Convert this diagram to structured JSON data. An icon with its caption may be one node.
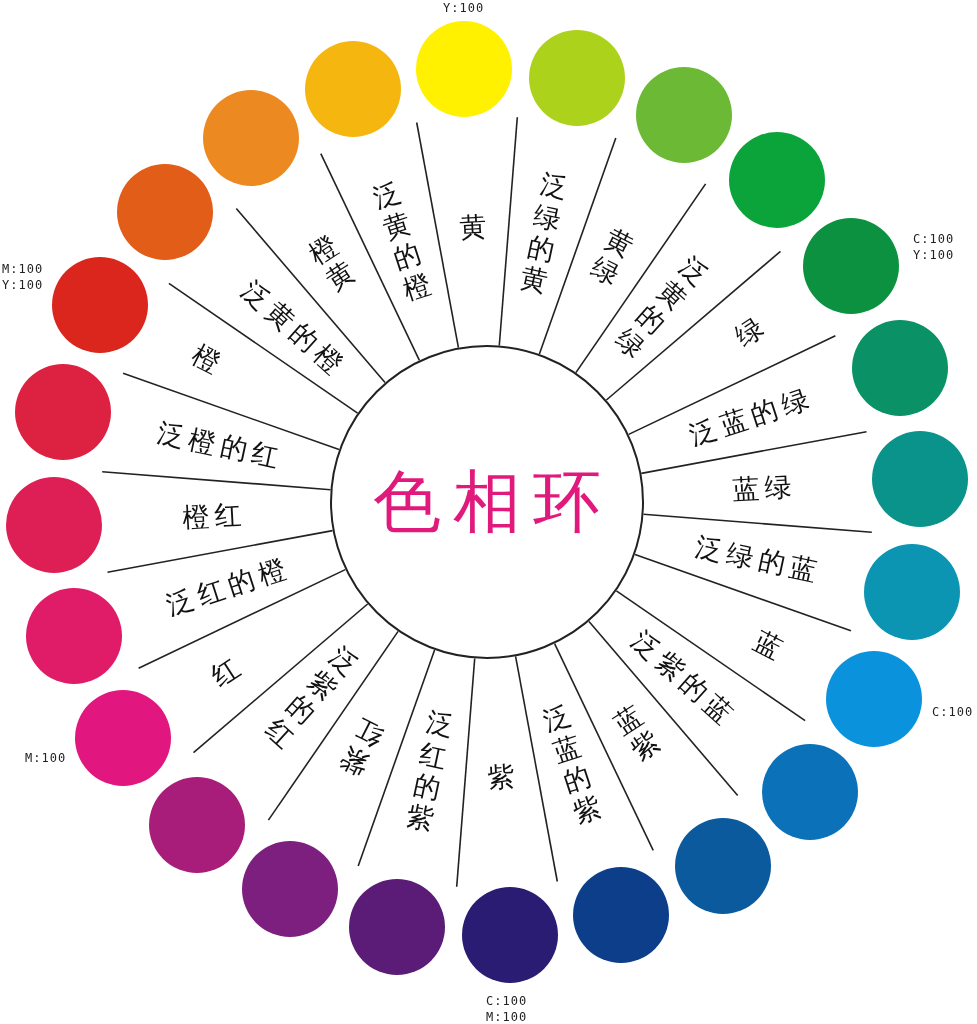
{
  "diagram": {
    "nodes": [
      {
        "text": [
          "色相环"
        ]
      }
    ],
    "labels": [
      "Y:100",
      "C:100 Y:100",
      "M:100 Y:100",
      "C:100",
      "M:100",
      "C:100 M:100"
    ],
    "legend": [
      {
        "text": "黄",
        "color": "#fff100"
      },
      {
        "text": "泛绿的黄",
        "color": "#acd21c"
      },
      {
        "text": "黄绿",
        "color": "#6cb935"
      },
      {
        "text": "泛黄的绿",
        "color": "#0ba43b"
      },
      {
        "text": "绿",
        "color": "#0b913f"
      },
      {
        "text": "泛蓝的绿",
        "color": "#0a9266"
      },
      {
        "text": "蓝绿",
        "color": "#0a938b"
      },
      {
        "text": "泛绿的蓝",
        "color": "#0c95b2"
      },
      {
        "text": "蓝",
        "color": "#0a93dc"
      },
      {
        "text": "泛紫的蓝",
        "color": "#0b71b8"
      },
      {
        "text": "蓝紫",
        "color": "#0b5a9e"
      },
      {
        "text": "泛蓝的紫",
        "color": "#0c3e89"
      },
      {
        "text": "紫",
        "color": "#291c72"
      },
      {
        "text": "泛红的紫",
        "color": "#5a1c76"
      },
      {
        "text": "紫红",
        "color": "#7c1f7e"
      },
      {
        "text": "泛紫的红",
        "color": "#a91d7a"
      },
      {
        "text": "红",
        "color": "#e1167e"
      },
      {
        "text": "泛红的橙",
        "color": "#e01b67"
      },
      {
        "text": "橙红",
        "color": "#dd1f55"
      },
      {
        "text": "泛橙的红",
        "color": "#dc2141"
      },
      {
        "text": "橙",
        "color": "#da261d"
      },
      {
        "text": "泛黄的橙",
        "color": "#e15d18"
      },
      {
        "text": "橙黄",
        "color": "#ec8a21"
      },
      {
        "text": "泛黄的橙",
        "color": "#f5b70f"
      }
    ]
  }
}
